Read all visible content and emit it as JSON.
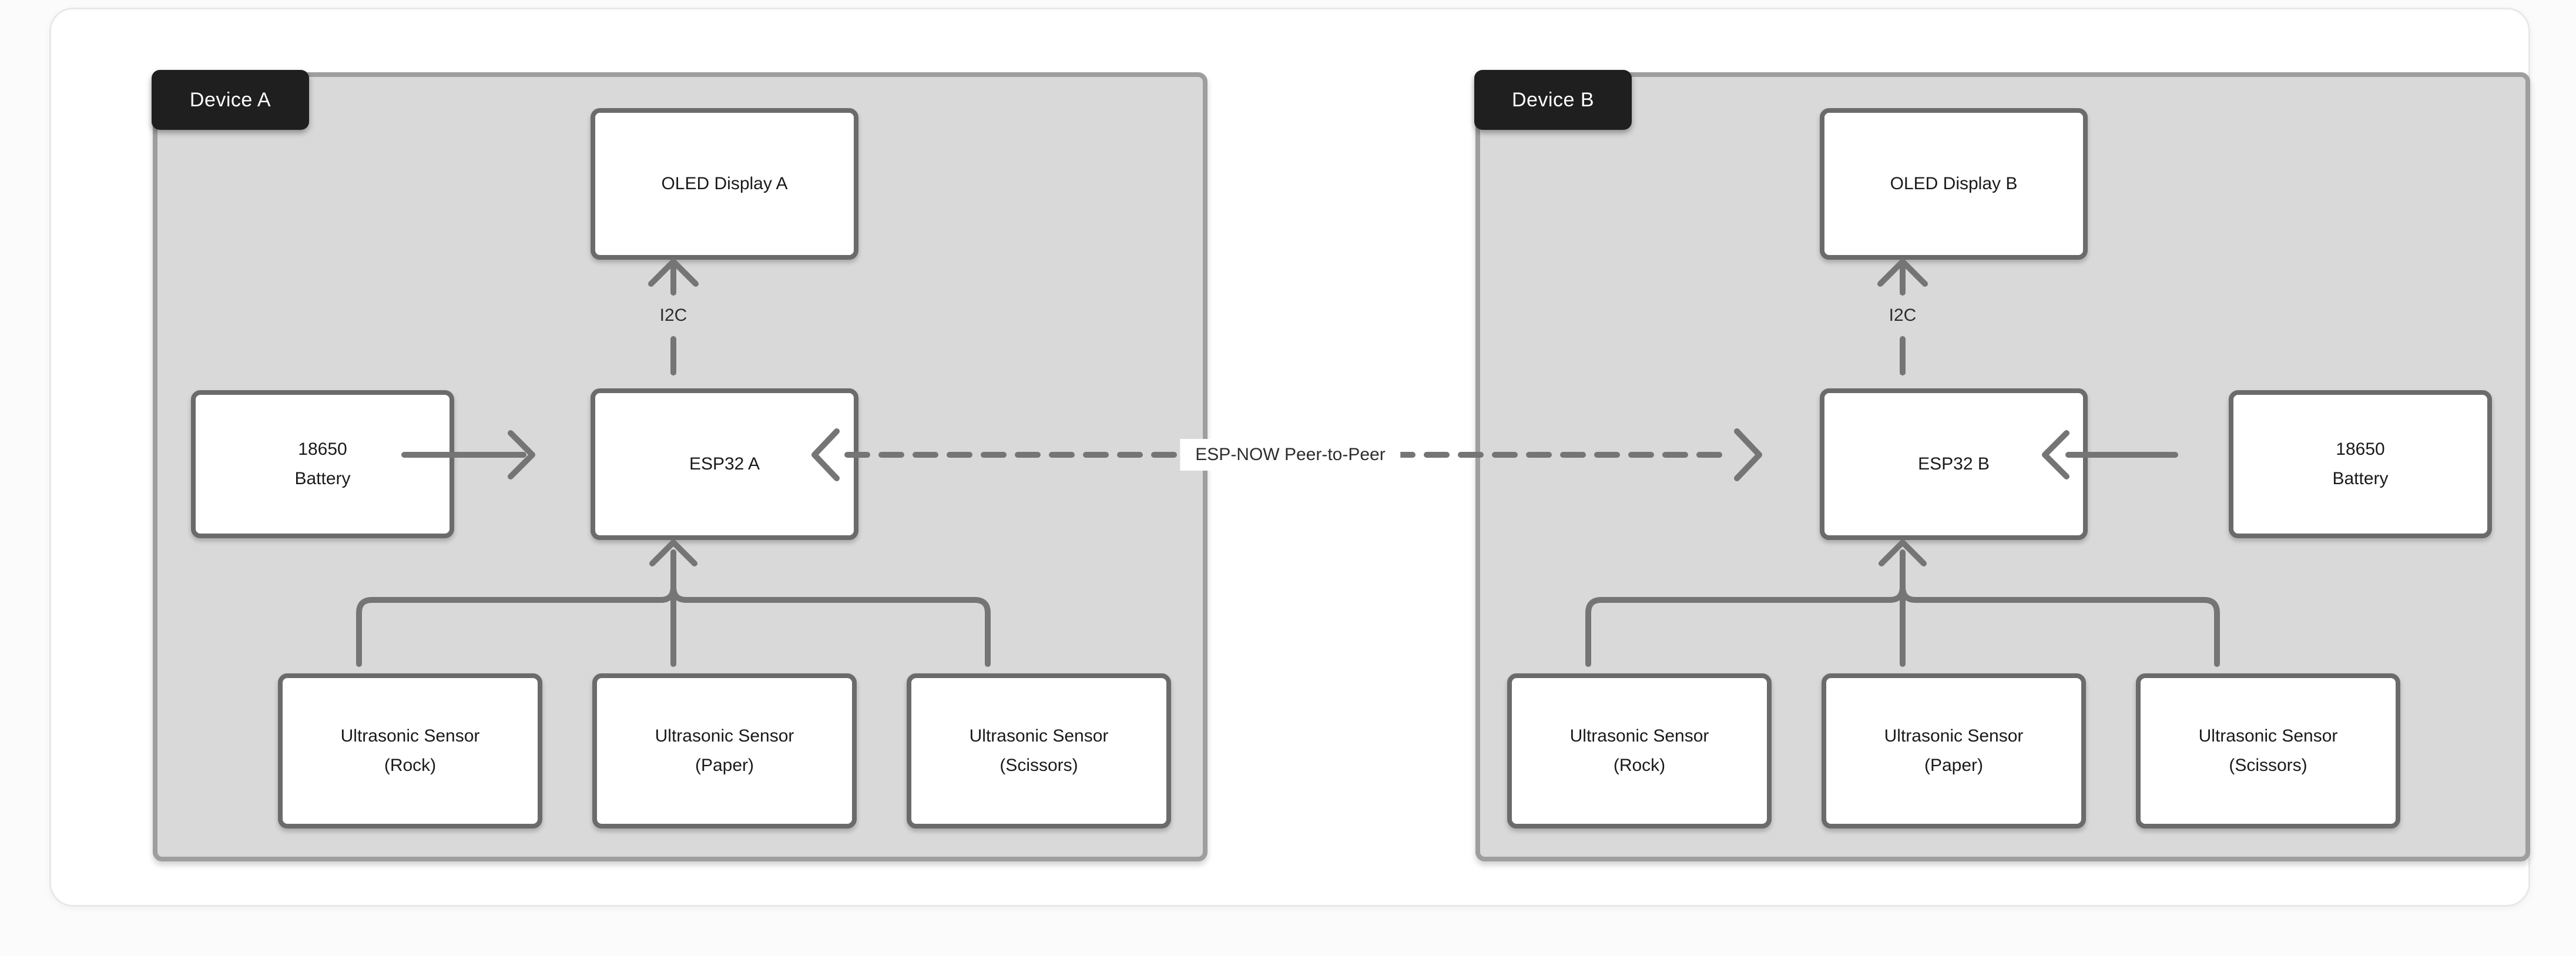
{
  "devices": [
    {
      "badge": "Device A",
      "oled_label": "OLED Display A",
      "esp32_label": "ESP32 A",
      "battery": {
        "line1": "18650",
        "line2": "Battery"
      },
      "i2c_label": "I2C",
      "sensors": [
        {
          "line1": "Ultrasonic Sensor",
          "line2": "(Rock)"
        },
        {
          "line1": "Ultrasonic Sensor",
          "line2": "(Paper)"
        },
        {
          "line1": "Ultrasonic Sensor",
          "line2": "(Scissors)"
        }
      ]
    },
    {
      "badge": "Device B",
      "oled_label": "OLED Display B",
      "esp32_label": "ESP32 B",
      "battery": {
        "line1": "18650",
        "line2": "Battery"
      },
      "i2c_label": "I2C",
      "sensors": [
        {
          "line1": "Ultrasonic Sensor",
          "line2": "(Rock)"
        },
        {
          "line1": "Ultrasonic Sensor",
          "line2": "(Paper)"
        },
        {
          "line1": "Ultrasonic Sensor",
          "line2": "(Scissors)"
        }
      ]
    }
  ],
  "connections": {
    "esp_now_label": "ESP-NOW Peer-to-Peer",
    "edges": [
      {
        "from": "ESP32 A",
        "to": "OLED Display A",
        "label": "I2C",
        "style": "solid-arrow-up"
      },
      {
        "from": "18650 Battery A",
        "to": "ESP32 A",
        "style": "solid-arrow"
      },
      {
        "from": "Ultrasonic Sensors A (Rock, Paper, Scissors)",
        "to": "ESP32 A",
        "style": "merged-arrow-up"
      },
      {
        "from": "ESP32 B",
        "to": "OLED Display B",
        "label": "I2C",
        "style": "solid-arrow-up"
      },
      {
        "from": "18650 Battery B",
        "to": "ESP32 B",
        "style": "solid-arrow"
      },
      {
        "from": "Ultrasonic Sensors B (Rock, Paper, Scissors)",
        "to": "ESP32 B",
        "style": "merged-arrow-up"
      },
      {
        "from": "ESP32 A",
        "to": "ESP32 B",
        "label": "ESP-NOW Peer-to-Peer",
        "style": "dashed-double-arrow"
      }
    ]
  },
  "colors": {
    "page_bg": "#fbfbfb",
    "card_bg": "#ffffff",
    "card_border": "#e8e8e8",
    "container_fill": "#d9d9d9",
    "container_border": "#9e9e9e",
    "node_fill": "#ffffff",
    "node_border": "#6b6b6b",
    "connector": "#757575",
    "badge_bg": "#1f1f1f",
    "badge_text": "#ffffff",
    "text": "#1a1a1a"
  }
}
